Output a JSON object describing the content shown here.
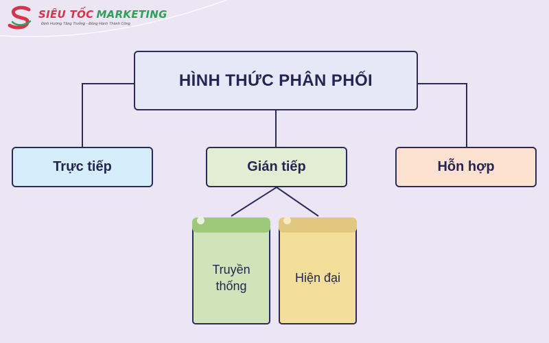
{
  "brand": {
    "name_part1": "SIÊU TỐC",
    "name_part2": "MARKETING",
    "tagline": "Định Hướng Tăng Trưởng - Đồng Hành Thành Công",
    "colors": {
      "red": "#d9334a",
      "green": "#2fa05a"
    }
  },
  "diagram": {
    "root": "HÌNH THỨC PHÂN PHỐI",
    "children": [
      {
        "label": "Trực tiếp",
        "color": "#d6eefc"
      },
      {
        "label": "Gián tiếp",
        "color": "#e1eed3"
      },
      {
        "label": "Hỗn hợp",
        "color": "#fde2d2"
      }
    ],
    "indirect_children": [
      {
        "label": "Truyền thống",
        "color": "#cfe5b9"
      },
      {
        "label": "Hiện đại",
        "color": "#f3df99"
      }
    ]
  }
}
